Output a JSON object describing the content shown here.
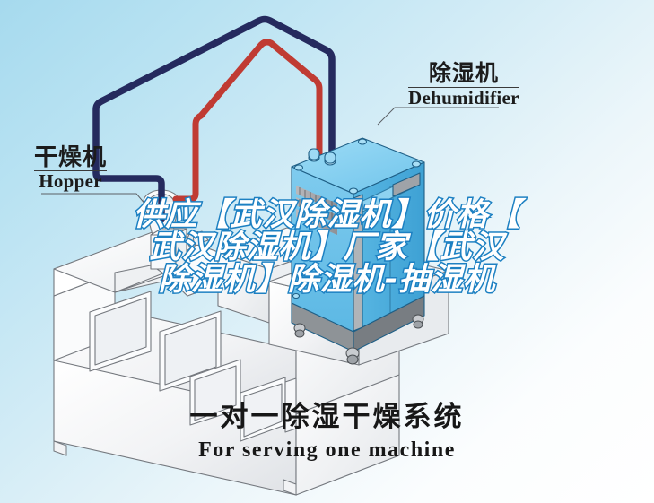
{
  "background": {
    "gradient_from": "#a6daee",
    "gradient_to": "#ffffff"
  },
  "colors": {
    "pipe_blue": "#252a5e",
    "pipe_red": "#c03b33",
    "dehumidifier_body": "#6fc3ea",
    "dehumidifier_top": "#8ed4f2",
    "dehumidifier_side": "#49aadd",
    "machine_outline": "#6e7278",
    "machine_fill": "#f4f5f7",
    "watermark_text": "#ffffff",
    "watermark_stroke": "#1d80c2",
    "label_text": "#1c1c1c"
  },
  "callouts": {
    "hopper": {
      "cn": "干燥机",
      "en": "Hopper"
    },
    "dehumidifier": {
      "cn": "除湿机",
      "en": "Dehumidifier"
    }
  },
  "caption": {
    "cn": "一对一除湿干燥系统",
    "en": "For serving one machine"
  },
  "watermark": {
    "lines": [
      "供应【武汉除湿机】价格【",
      "武汉除湿机】厂家【武汉",
      "除湿机】除湿机-抽湿机"
    ],
    "full_text": "供应【武汉除湿机】价格【武汉除湿机】厂家【武汉除湿机】除湿机-抽湿机"
  },
  "diagram": {
    "equipment": [
      {
        "name": "dehumidifier-unit",
        "description": "蓝色立式除湿机"
      },
      {
        "name": "injection-molding-machine",
        "description": "注塑机"
      },
      {
        "name": "drying-hopper",
        "description": "干燥料斗"
      }
    ],
    "pipes": [
      {
        "name": "dry-air-supply-pipe",
        "color": "#252a5e"
      },
      {
        "name": "return-air-pipe",
        "color": "#c03b33"
      }
    ]
  }
}
